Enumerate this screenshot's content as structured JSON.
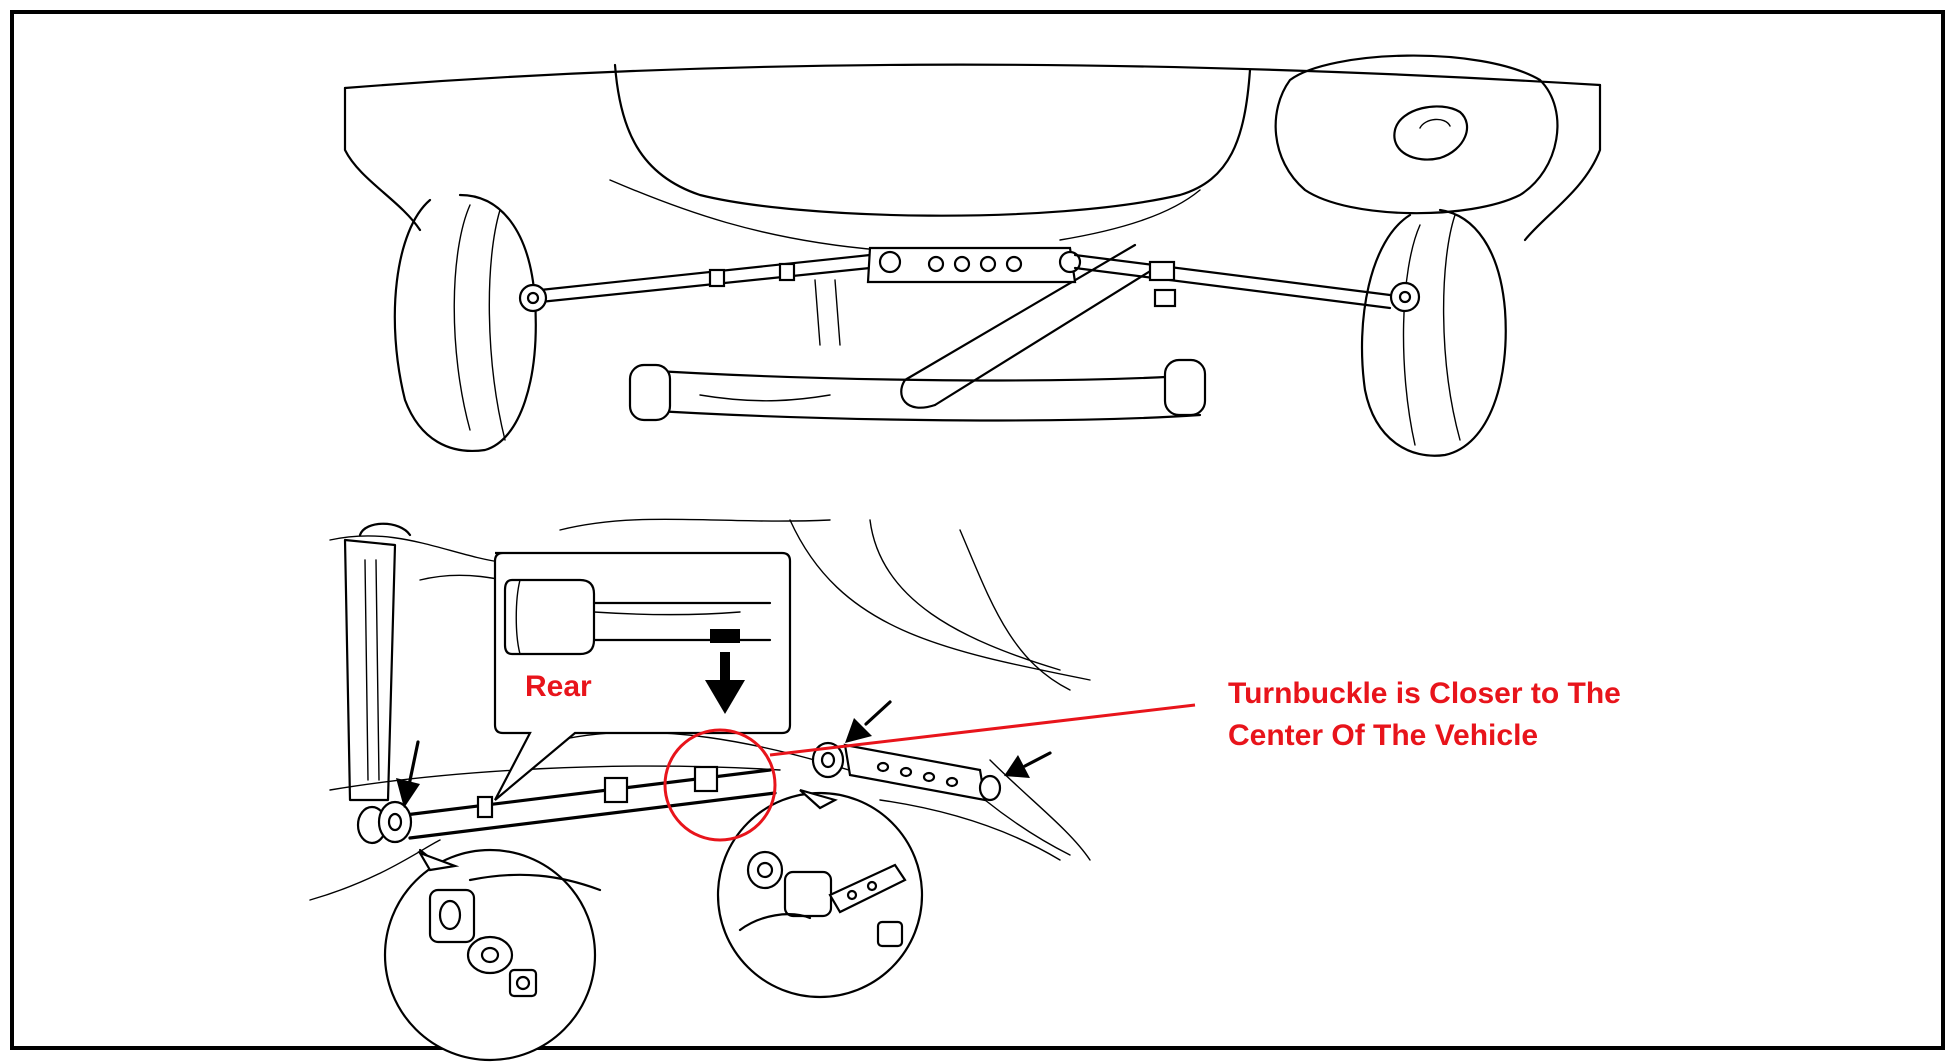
{
  "diagram": {
    "inset_label": "Rear",
    "annotation": {
      "line1": "Turnbuckle is Closer to The",
      "line2": "Center Of The Vehicle"
    },
    "colors": {
      "annotation": "#e8141b",
      "line_art": "#000000",
      "background": "#ffffff"
    }
  }
}
